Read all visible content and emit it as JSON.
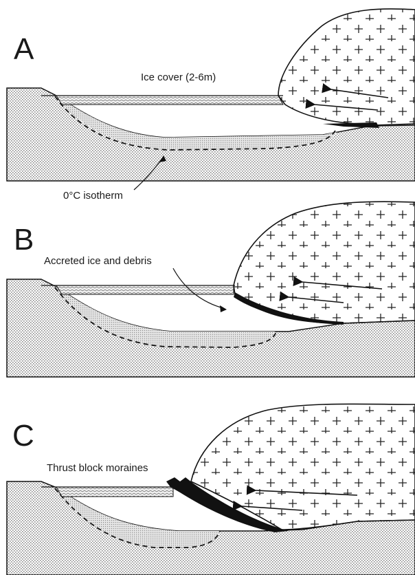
{
  "panels": [
    {
      "letter": "A",
      "annotations": {
        "ice_cover": "Ice cover (2-6m)",
        "isotherm": "0°C isotherm"
      }
    },
    {
      "letter": "B",
      "annotations": {
        "accreted": "Accreted ice and debris"
      }
    },
    {
      "letter": "C",
      "annotations": {
        "thrust": "Thrust block moraines"
      }
    }
  ],
  "icons": [
    "glacier-ice-plus-symbol",
    "ice-flow-arrow",
    "leader-arrow"
  ],
  "colors": {
    "ink": "#111111",
    "background": "#ffffff",
    "sediment_stipple": "#9a9a9a"
  }
}
